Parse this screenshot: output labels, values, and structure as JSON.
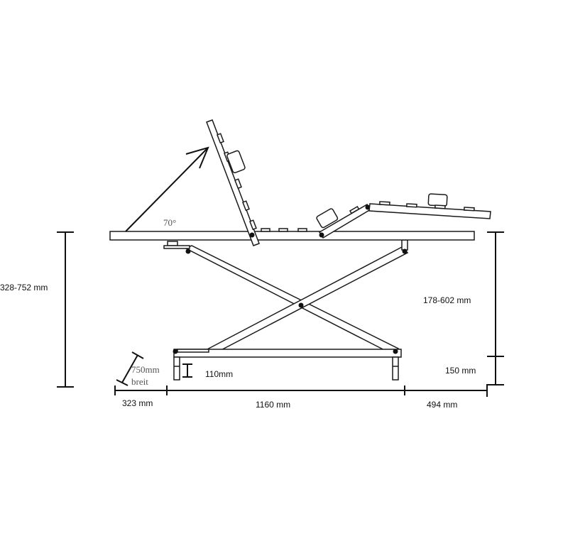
{
  "diagram": {
    "angle_label": "70°",
    "total_height_label": "328-752 mm",
    "frame_height_label": "178-602 mm",
    "base_height_label": "150 mm",
    "foot_clearance_label": "110mm",
    "width_label_value": "750mm",
    "width_label_word": "breit",
    "length_left_label": "323 mm",
    "length_middle_label": "1160 mm",
    "length_right_label": "494 mm"
  }
}
